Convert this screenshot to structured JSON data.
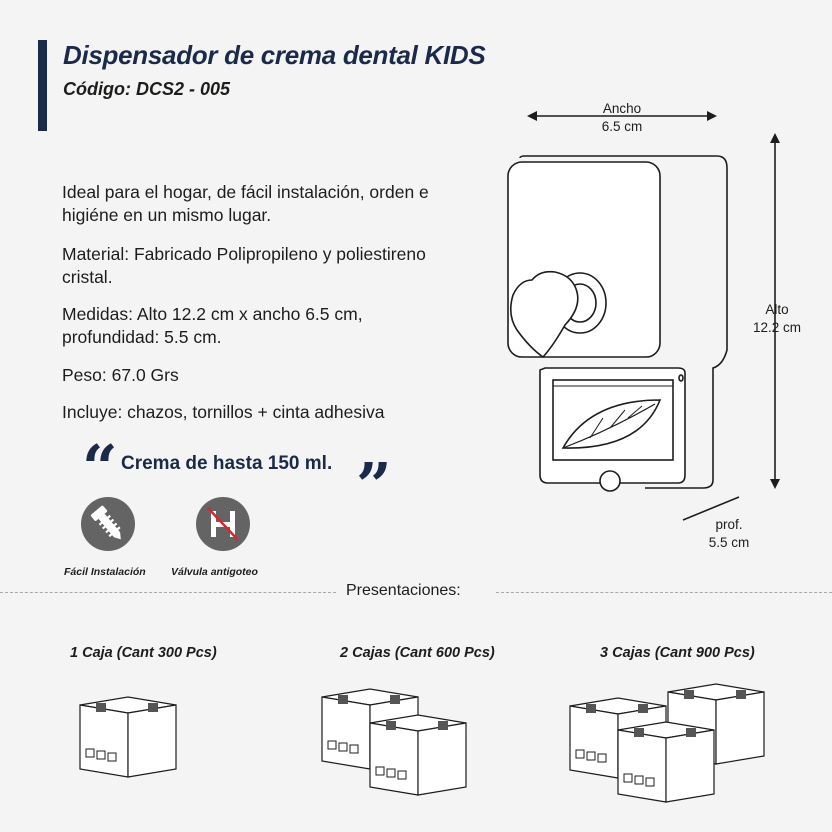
{
  "header": {
    "title": "Dispensador de crema dental KIDS",
    "code": "Código: DCS2 - 005"
  },
  "description": {
    "intro": "Ideal para el hogar, de fácil instalación, orden e higiéne en un mismo lugar.",
    "material": "Material: Fabricado Polipropileno y poliestireno cristal.",
    "measures": "Medidas: Alto 12.2 cm x ancho 6.5 cm, profundidad: 5.5 cm.",
    "weight": "Peso: 67.0 Grs",
    "includes": "Incluye: chazos, tornillos + cinta adhesiva"
  },
  "quote": {
    "open": "“",
    "text": "Crema de hasta 150 ml.",
    "close": "”"
  },
  "features": [
    {
      "label": "Fácil Instalación",
      "icon": "screw-icon"
    },
    {
      "label": "Válvula antigoteo",
      "icon": "no-drip-valve-icon"
    }
  ],
  "dimensions": {
    "width_label": "Ancho",
    "width_value": "6.5 cm",
    "height_label": "Alto",
    "height_value": "12.2 cm",
    "depth_label": "prof.",
    "depth_value": "5.5 cm"
  },
  "presentations": {
    "title": "Presentaciones:",
    "options": [
      {
        "label": "1 Caja (Cant 300 Pcs)",
        "boxes": 1
      },
      {
        "label": "2 Cajas (Cant 600 Pcs)",
        "boxes": 2
      },
      {
        "label": "3 Cajas (Cant 900 Pcs)",
        "boxes": 3
      }
    ]
  },
  "colors": {
    "accent": "#1c2a4a",
    "icon_bg": "#646464",
    "background": "#f4f4f4"
  }
}
